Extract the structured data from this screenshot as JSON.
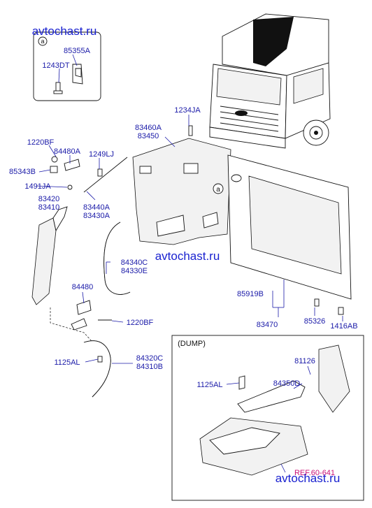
{
  "watermark": "avtochast.ru",
  "callouts": {
    "detail_a": "a",
    "circle_a": "a"
  },
  "labels": {
    "p85355A": "85355A",
    "p1243DT": "1243DT",
    "p1234JA": "1234JA",
    "p83460A": "83460A",
    "p83450": "83450",
    "p1220BF_top": "1220BF",
    "p84480A": "84480A",
    "p1249LJ": "1249LJ",
    "p85343B": "85343B",
    "p1491JA": "1491JA",
    "p83420": "83420",
    "p83410": "83410",
    "p83440A": "83440A",
    "p83430A": "83430A",
    "p84340C": "84340C",
    "p84330E": "84330E",
    "p85919B": "85919B",
    "p83470": "83470",
    "p85326": "85326",
    "p1416AB": "1416AB",
    "p84480": "84480",
    "p1220BF_mid": "1220BF",
    "p1125AL_left": "1125AL",
    "p84320C": "84320C",
    "p84310B": "84310B",
    "dump_title": "(DUMP)",
    "p81126": "81126",
    "p1125AL_dump": "1125AL",
    "p84350D": "84350D",
    "ref": "REF.60-641"
  },
  "colors": {
    "label": "#1a1aa8",
    "watermark": "#1a22d0",
    "ref": "#cc1177",
    "line": "#111111"
  }
}
